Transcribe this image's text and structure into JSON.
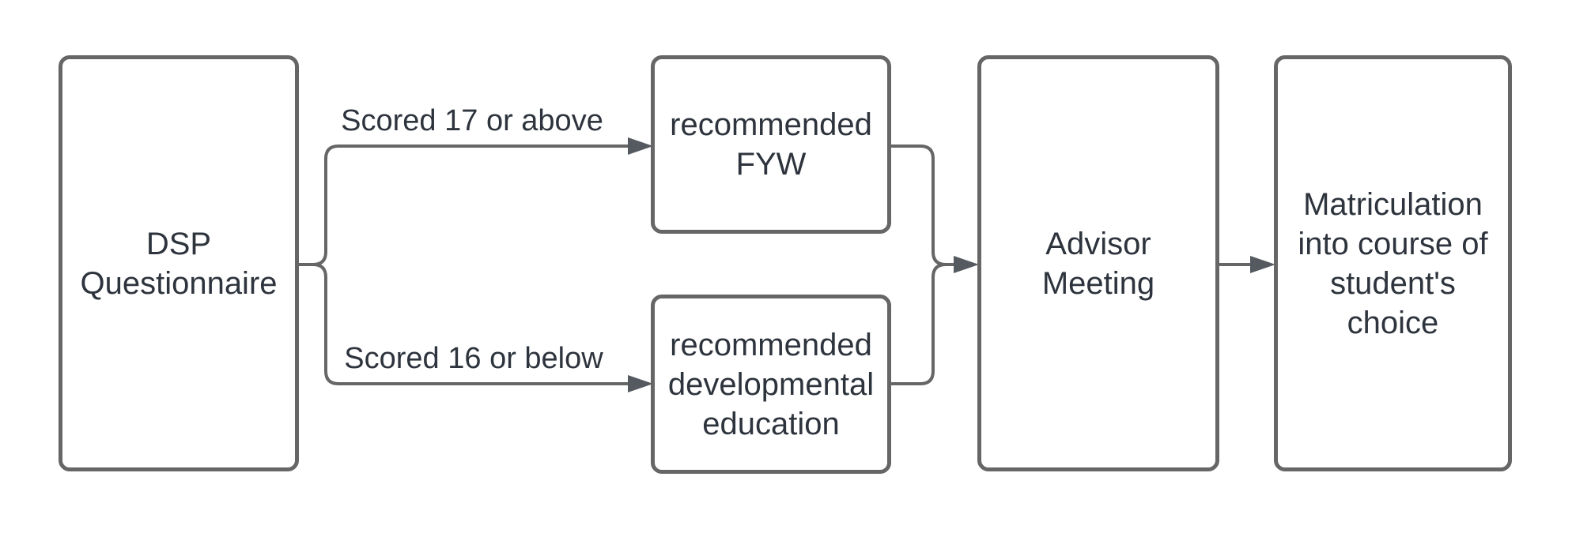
{
  "diagram": {
    "colors": {
      "bg": "#ffffff",
      "line": "#666666",
      "arrow": "#555a60",
      "border": "#666666",
      "text": "#2e343d"
    },
    "nodes": {
      "dsp": {
        "label": "DSP\nQuestionnaire"
      },
      "fyw": {
        "label": "recommended\nFYW"
      },
      "dev_ed": {
        "label": "recommended\ndevelopmental\neducation"
      },
      "advisor": {
        "label": "Advisor\nMeeting"
      },
      "matriculation": {
        "label": "Matriculation\ninto course of\nstudent's\nchoice"
      }
    },
    "edge_labels": {
      "high_score": "Scored 17 or above",
      "low_score": "Scored 16 or below"
    }
  }
}
